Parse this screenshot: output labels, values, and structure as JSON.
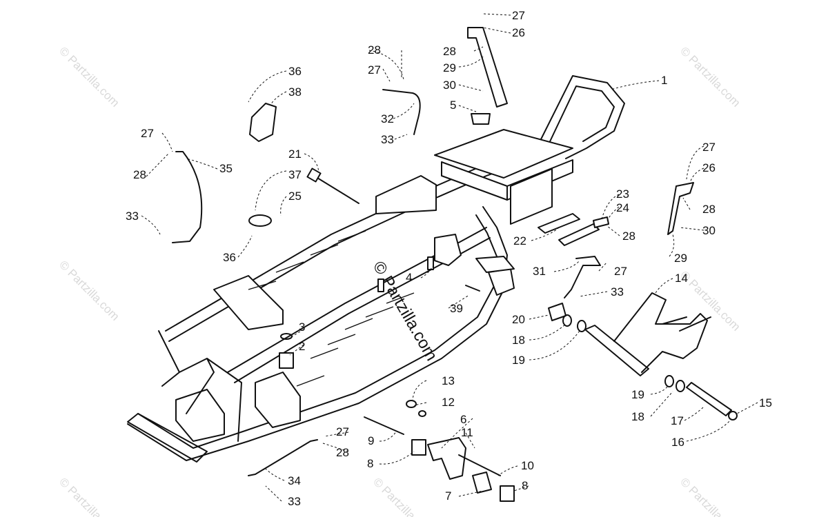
{
  "watermark": {
    "corner_text": "© Partzilla.com",
    "center_text": "© Partzilla.com"
  },
  "callouts": [
    {
      "id": "l1",
      "text": "1"
    },
    {
      "id": "l2",
      "text": "2"
    },
    {
      "id": "l3",
      "text": "3"
    },
    {
      "id": "l4",
      "text": "4"
    },
    {
      "id": "l5",
      "text": "5"
    },
    {
      "id": "l6",
      "text": "6"
    },
    {
      "id": "l7",
      "text": "7"
    },
    {
      "id": "l8a",
      "text": "8"
    },
    {
      "id": "l8b",
      "text": "8"
    },
    {
      "id": "l9",
      "text": "9"
    },
    {
      "id": "l10",
      "text": "10"
    },
    {
      "id": "l11",
      "text": "11"
    },
    {
      "id": "l12",
      "text": "12"
    },
    {
      "id": "l13",
      "text": "13"
    },
    {
      "id": "l14",
      "text": "14"
    },
    {
      "id": "l15",
      "text": "15"
    },
    {
      "id": "l16",
      "text": "16"
    },
    {
      "id": "l17",
      "text": "17"
    },
    {
      "id": "l18a",
      "text": "18"
    },
    {
      "id": "l18b",
      "text": "18"
    },
    {
      "id": "l19a",
      "text": "19"
    },
    {
      "id": "l19b",
      "text": "19"
    },
    {
      "id": "l20",
      "text": "20"
    },
    {
      "id": "l21",
      "text": "21"
    },
    {
      "id": "l22",
      "text": "22"
    },
    {
      "id": "l23",
      "text": "23"
    },
    {
      "id": "l24",
      "text": "24"
    },
    {
      "id": "l25",
      "text": "25"
    },
    {
      "id": "l26a",
      "text": "26"
    },
    {
      "id": "l26b",
      "text": "26"
    },
    {
      "id": "l27a",
      "text": "27"
    },
    {
      "id": "l27b",
      "text": "27"
    },
    {
      "id": "l27c",
      "text": "27"
    },
    {
      "id": "l27d",
      "text": "27"
    },
    {
      "id": "l27e",
      "text": "27"
    },
    {
      "id": "l27f",
      "text": "27"
    },
    {
      "id": "l28a",
      "text": "28"
    },
    {
      "id": "l28b",
      "text": "28"
    },
    {
      "id": "l28c",
      "text": "28"
    },
    {
      "id": "l28d",
      "text": "28"
    },
    {
      "id": "l28e",
      "text": "28"
    },
    {
      "id": "l28f",
      "text": "28"
    },
    {
      "id": "l29a",
      "text": "29"
    },
    {
      "id": "l29b",
      "text": "29"
    },
    {
      "id": "l30a",
      "text": "30"
    },
    {
      "id": "l30b",
      "text": "30"
    },
    {
      "id": "l31",
      "text": "31"
    },
    {
      "id": "l32",
      "text": "32"
    },
    {
      "id": "l33a",
      "text": "33"
    },
    {
      "id": "l33b",
      "text": "33"
    },
    {
      "id": "l33c",
      "text": "33"
    },
    {
      "id": "l33d",
      "text": "33"
    },
    {
      "id": "l34",
      "text": "34"
    },
    {
      "id": "l35",
      "text": "35"
    },
    {
      "id": "l36a",
      "text": "36"
    },
    {
      "id": "l36b",
      "text": "36"
    },
    {
      "id": "l37",
      "text": "37"
    },
    {
      "id": "l38",
      "text": "38"
    },
    {
      "id": "l39",
      "text": "39"
    }
  ]
}
